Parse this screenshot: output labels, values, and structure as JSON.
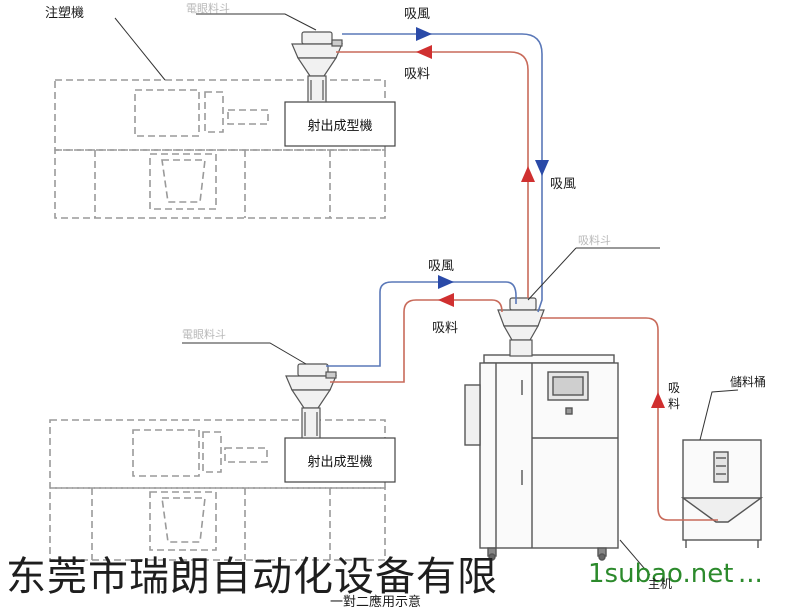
{
  "labels": {
    "machine_top": "注塑機",
    "loader_top": "電眼料斗",
    "wind": "吸風",
    "material": "吸料",
    "molding": "射出成型機",
    "storage": "儲料桶",
    "main_unit": "主机",
    "caption": "一對二應用示意",
    "loader_right": "吸料斗",
    "loader_left": "電眼料斗"
  },
  "watermark": {
    "company": "东莞市瑞朗自动化设备有限",
    "site": "1subao.net"
  },
  "colors": {
    "wind_line": "#5a78b8",
    "wind_arrow": "#2a4aa8",
    "material_line": "#c86a5a",
    "material_arrow": "#d03030",
    "dashed": "#9a9a9a",
    "equipment": "#555555"
  }
}
